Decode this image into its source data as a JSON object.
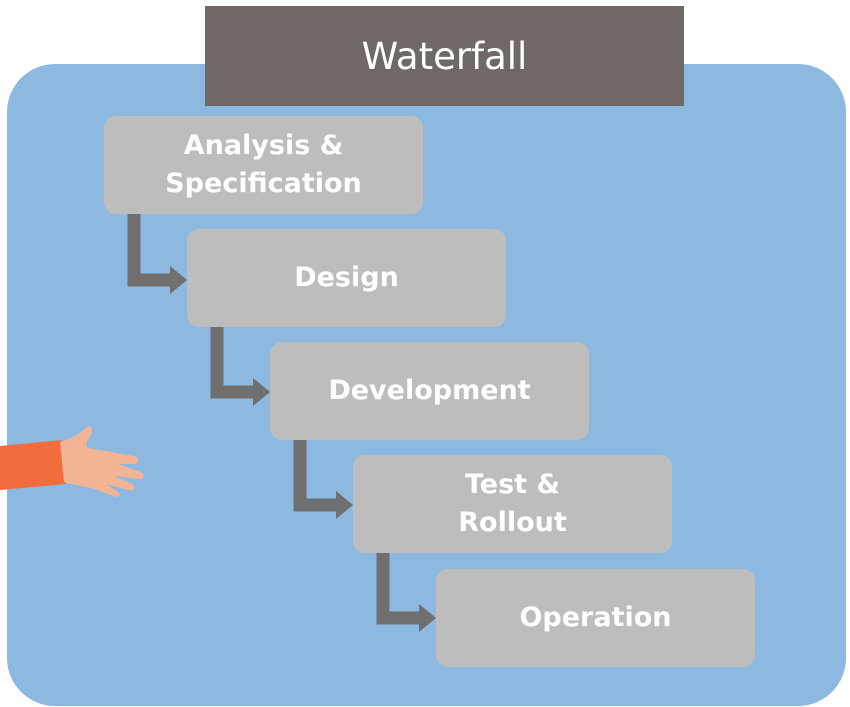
{
  "colors": {
    "panel": "#8db9e0",
    "title_bg": "#706864",
    "step_bg": "#bdbdbd",
    "connector": "#6f6f6f",
    "sleeve": "#f26d3d",
    "skin": "#f3b395"
  },
  "title": "Waterfall",
  "steps": [
    {
      "label": "Analysis &\nSpecification"
    },
    {
      "label": "Design"
    },
    {
      "label": "Development"
    },
    {
      "label": "Test &\nRollout"
    },
    {
      "label": "Operation"
    }
  ],
  "decoration": {
    "icon": "pointing-hand-icon"
  }
}
